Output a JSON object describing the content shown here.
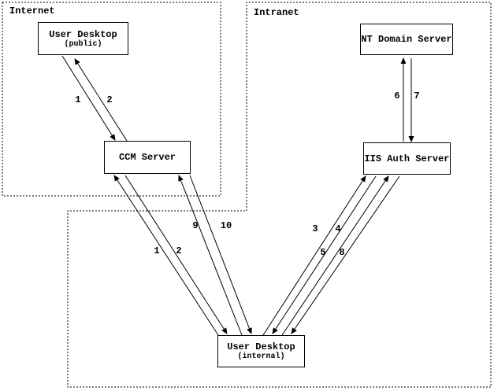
{
  "zones": {
    "internet": {
      "label": "Internet"
    },
    "intranet": {
      "label": "Intranet"
    }
  },
  "nodes": {
    "desktop_public": {
      "label": "User Desktop",
      "sublabel": "(public)"
    },
    "ccm_server": {
      "label": "CCM Server"
    },
    "nt_domain_server": {
      "label": "NT Domain Server"
    },
    "iis_auth_server": {
      "label": "IIS Auth Server"
    },
    "desktop_internal": {
      "label": "User Desktop",
      "sublabel": "(internal)"
    }
  },
  "steps": [
    {
      "label": "1",
      "from": "User Desktop (public)",
      "to": "CCM Server"
    },
    {
      "label": "2",
      "from": "CCM Server",
      "to": "User Desktop (public)"
    },
    {
      "label": "1",
      "from": "User Desktop (internal)",
      "to": "CCM Server"
    },
    {
      "label": "2",
      "from": "CCM Server",
      "to": "User Desktop (internal)"
    },
    {
      "label": "9",
      "from": "User Desktop (internal)",
      "to": "CCM Server"
    },
    {
      "label": "10",
      "from": "CCM Server",
      "to": "User Desktop (internal)"
    },
    {
      "label": "3",
      "from": "User Desktop (internal)",
      "to": "IIS Auth Server"
    },
    {
      "label": "4",
      "from": "IIS Auth Server",
      "to": "User Desktop (internal)"
    },
    {
      "label": "5",
      "from": "User Desktop (internal)",
      "to": "IIS Auth Server"
    },
    {
      "label": "8",
      "from": "IIS Auth Server",
      "to": "User Desktop (internal)"
    },
    {
      "label": "6",
      "from": "IIS Auth Server",
      "to": "NT Domain Server"
    },
    {
      "label": "7",
      "from": "NT Domain Server",
      "to": "IIS Auth Server"
    }
  ],
  "colors": {
    "line": "#000000",
    "background": "#ffffff",
    "node_fill": "#ffffff"
  }
}
